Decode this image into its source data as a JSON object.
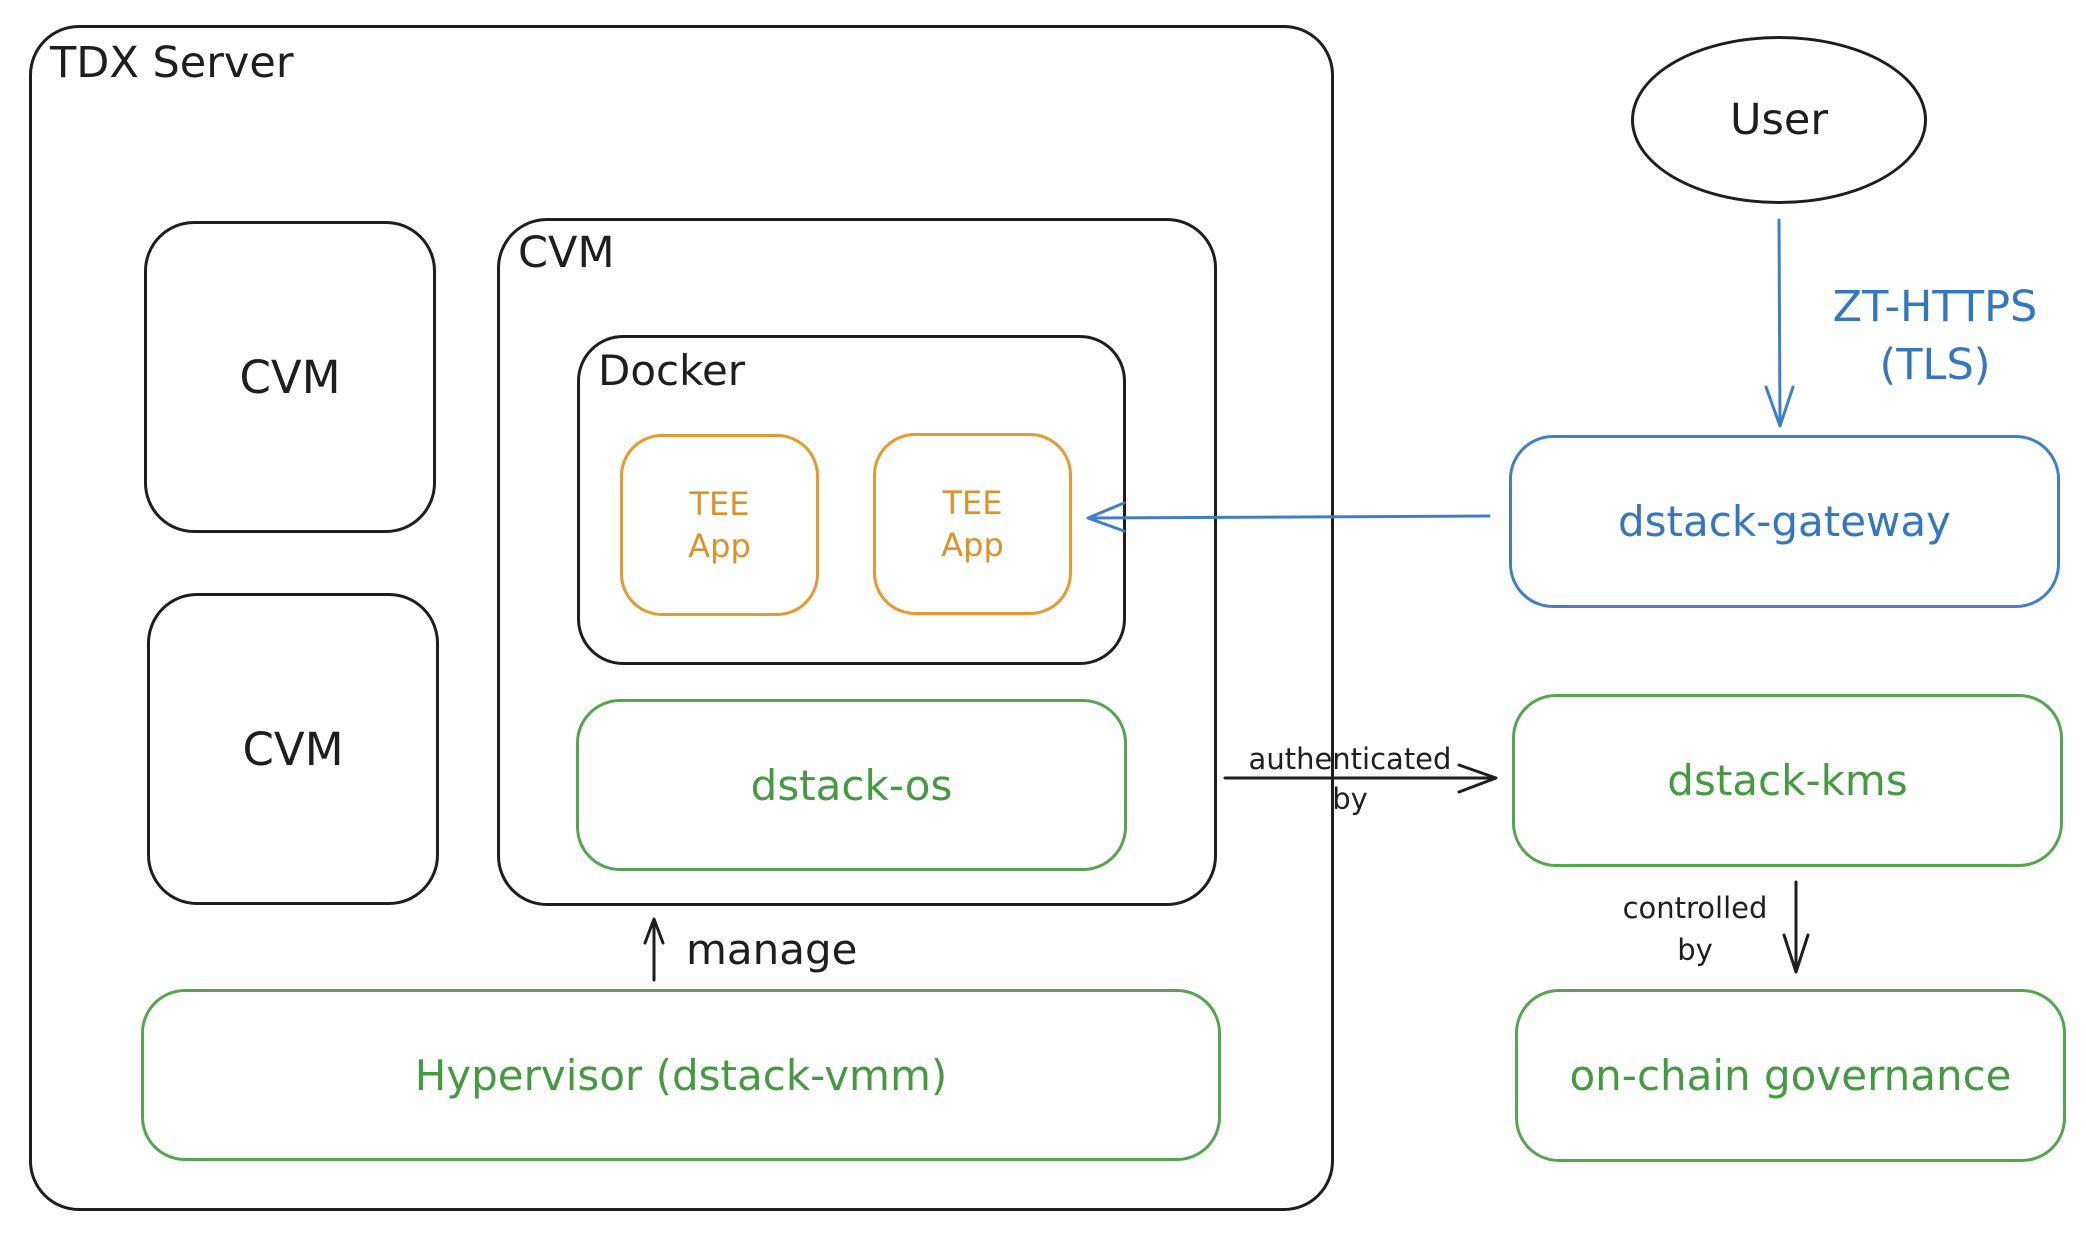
{
  "tdx_server": {
    "title": "TDX Server"
  },
  "cvm_left_top": {
    "label": "CVM"
  },
  "cvm_left_bottom": {
    "label": "CVM"
  },
  "cvm_main": {
    "title": "CVM",
    "docker": {
      "title": "Docker",
      "apps": [
        {
          "line1": "TEE",
          "line2": "App"
        },
        {
          "line1": "TEE",
          "line2": "App"
        }
      ]
    },
    "os": {
      "label": "dstack-os"
    }
  },
  "hypervisor": {
    "label": "Hypervisor (dstack-vmm)"
  },
  "manage_arrow": {
    "label": "manage"
  },
  "user": {
    "label": "User"
  },
  "user_to_gateway": {
    "line1": "ZT-HTTPS",
    "line2": "(TLS)"
  },
  "gateway": {
    "label": "dstack-gateway"
  },
  "auth_arrow": {
    "line1": "authenticated",
    "line2": "by"
  },
  "kms": {
    "label": "dstack-kms"
  },
  "control_arrow": {
    "line1": "controlled",
    "line2": "by"
  },
  "governance": {
    "label": "on-chain governance"
  },
  "colors": {
    "green": "#55a550",
    "blue": "#3f7fc8",
    "orange": "#e6992e",
    "dark": "#1e1e1e"
  }
}
